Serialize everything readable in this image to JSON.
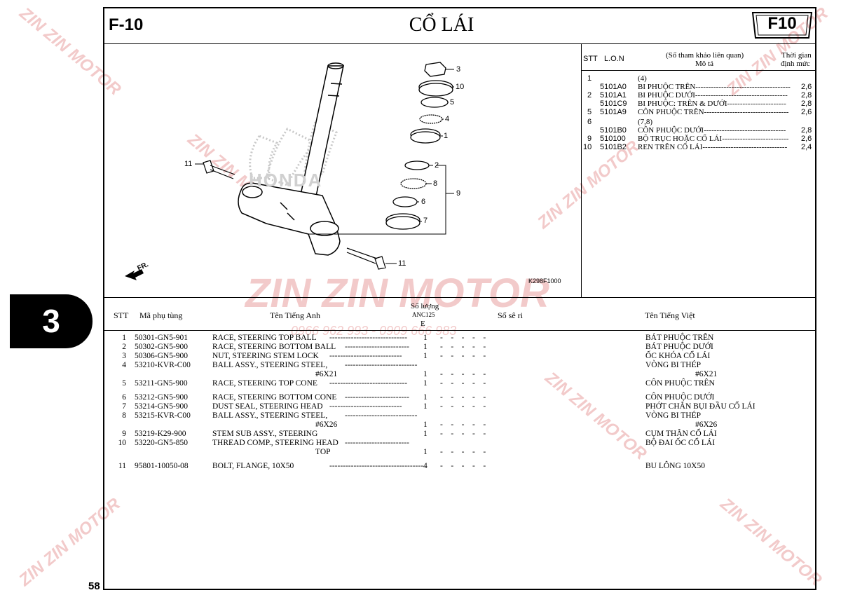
{
  "header": {
    "code": "F-10",
    "title": "CỔ LÁI",
    "badge": "F10"
  },
  "side_tab": "3",
  "page_number": "58",
  "diagram": {
    "code": "K298F1000",
    "fr_label": "FR.",
    "logo_text": "HONDA",
    "callouts": [
      "3",
      "10",
      "5",
      "4",
      "1",
      "2",
      "8",
      "9",
      "6",
      "7",
      "11",
      "11"
    ]
  },
  "reference": {
    "headers": {
      "stt": "STT",
      "lon": "L.O.N",
      "desc1": "(Số tham khảo liên quan)",
      "desc2": "Mô tả",
      "time1": "Thời gian",
      "time2": "định mức"
    },
    "rows": [
      {
        "stt": "1",
        "lon": "",
        "desc": "(4)",
        "time": ""
      },
      {
        "stt": "",
        "lon": "5101A0",
        "desc": "BI PHUỘC TRÊN-------------------------------------",
        "time": "2,6"
      },
      {
        "stt": "2",
        "lon": "5101A1",
        "desc": "BI PHUỘC DƯỚI------------------------------------",
        "time": "2,8"
      },
      {
        "stt": "",
        "lon": "5101C9",
        "desc": "BI PHUỘC: TRÊN & DƯỚI-----------------------",
        "time": "2,8"
      },
      {
        "stt": "5",
        "lon": "5101A9",
        "desc": "CÔN PHUỘC TRÊN---------------------------------",
        "time": "2,6"
      },
      {
        "stt": "6",
        "lon": "",
        "desc": "(7,8)",
        "time": ""
      },
      {
        "stt": "",
        "lon": "5101B0",
        "desc": "CÔN PHUỘC DƯỚI--------------------------------",
        "time": "2,8"
      },
      {
        "stt": "9",
        "lon": "510100",
        "desc": "BỘ TRỤC HOẶC CỔ LÁI--------------------------",
        "time": "2,6"
      },
      {
        "stt": "10",
        "lon": "5101B2",
        "desc": "REN TRÊN CỔ LÁI---------------------------------",
        "time": "2,4"
      }
    ]
  },
  "parts": {
    "headers": {
      "stt": "STT",
      "part_no": "Mã phụ tùng",
      "name_en": "Tên Tiếng Anh",
      "qty": "Số lượng",
      "model": "ANC125",
      "variant": "E",
      "serial": "Số sê ri",
      "name_vi": "Tên Tiếng Việt"
    },
    "rows": [
      {
        "stt": "1",
        "part_no": "50301-GN5-901",
        "name_en": "RACE, STEERING TOP BALL",
        "dash": "-----------------------------",
        "qty": "1",
        "cols": "-    -    -    -    -",
        "name_vi": "BÁT PHUỘC TRÊN"
      },
      {
        "stt": "2",
        "part_no": "50302-GN5-900",
        "name_en": "RACE, STEERING BOTTOM BALL",
        "dash": "------------------------",
        "qty": "1",
        "cols": "-    -    -    -    -",
        "name_vi": "BÁT PHUỘC DƯỚI"
      },
      {
        "stt": "3",
        "part_no": "50306-GN5-900",
        "name_en": "NUT, STEERING STEM LOCK",
        "dash": "---------------------------",
        "qty": "1",
        "cols": "-    -    -    -    -",
        "name_vi": "ỐC KHÓA CỔ LÁI"
      },
      {
        "stt": "4",
        "part_no": "53210-KVR-C00",
        "name_en": "BALL ASSY., STEERING STEEL,",
        "dash": "---------------------------",
        "qty": "",
        "cols": "",
        "name_vi": "VÒNG BI THÉP"
      },
      {
        "stt": "",
        "part_no": "",
        "name_en": "#6X21",
        "dash": "",
        "qty": "1",
        "cols": "-    -    -    -    -",
        "name_vi": "#6X21"
      },
      {
        "stt": "5",
        "part_no": "53211-GN5-900",
        "name_en": "RACE, STEERING TOP CONE",
        "dash": "-----------------------------",
        "qty": "1",
        "cols": "-    -    -    -    -",
        "name_vi": "CÔN PHUỘC TRÊN"
      },
      {
        "stt": "6",
        "part_no": "53212-GN5-900",
        "name_en": "RACE, STEERING BOTTOM CONE",
        "dash": "------------------------",
        "qty": "1",
        "cols": "-    -    -    -    -",
        "name_vi": "CÔN PHUỘC DƯỚI"
      },
      {
        "stt": "7",
        "part_no": "53214-GN5-900",
        "name_en": "DUST SEAL, STEERING HEAD",
        "dash": "---------------------------",
        "qty": "1",
        "cols": "-    -    -    -    -",
        "name_vi": "PHỚT CHẮN BỤI ĐẦU CỔ LÁI"
      },
      {
        "stt": "8",
        "part_no": "53215-KVR-C00",
        "name_en": "BALL ASSY., STEERING STEEL,",
        "dash": "---------------------------",
        "qty": "",
        "cols": "",
        "name_vi": "VÒNG BI THÉP"
      },
      {
        "stt": "",
        "part_no": "",
        "name_en": "#6X26",
        "dash": "",
        "qty": "1",
        "cols": "-    -    -    -    -",
        "name_vi": "#6X26"
      },
      {
        "stt": "9",
        "part_no": "53219-K29-900",
        "name_en": "STEM SUB ASSY., STEERING",
        "dash": "",
        "qty": "1",
        "cols": "-    -    -    -    -",
        "name_vi": "CỤM THÂN CỔ LÁI"
      },
      {
        "stt": "10",
        "part_no": "53220-GN5-850",
        "name_en": "THREAD COMP., STEERING HEAD",
        "dash": "------------------------",
        "qty": "",
        "cols": "",
        "name_vi": "BỘ ĐAI ỐC CỔ LÁI"
      },
      {
        "stt": "",
        "part_no": "",
        "name_en": "TOP",
        "dash": "",
        "qty": "1",
        "cols": "-    -    -    -    -",
        "name_vi": ""
      },
      {
        "stt": "11",
        "part_no": "95801-10050-08",
        "name_en": "BOLT, FLANGE, 10X50",
        "dash": "-----------------------------------",
        "qty": "4",
        "cols": "-    -    -    -    -",
        "name_vi": "BU LÔNG 10X50"
      }
    ]
  },
  "watermark": {
    "brand": "ZIN ZIN MOTOR",
    "phone": "0966 962 993 - 0909 666 983",
    "accent": "#d95a5a"
  }
}
